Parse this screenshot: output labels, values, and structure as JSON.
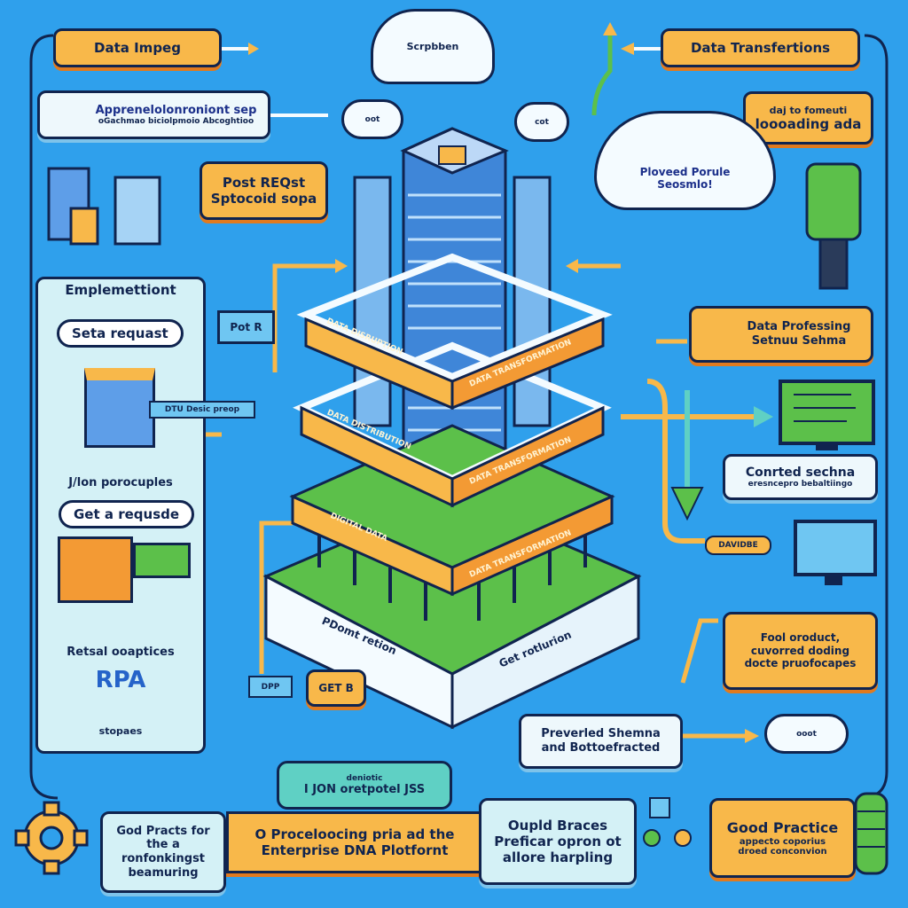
{
  "top": {
    "data_impeg": "Data Impeg",
    "approx_title": "Apprenelolonroniont sep",
    "approx_sub": "oGachmao biciolpmoio Abcoghtioo",
    "cloud_label": "Scrpbben",
    "cloud_small_left": "oot",
    "cloud_small_right": "cot",
    "data_transfertions": "Data Transfertions",
    "loading_line1": "daj to fomeuti",
    "loading_line2": "loooading ada",
    "cloud_mid_line1": "Ploveed Porule",
    "cloud_mid_line2": "Seosmlo!",
    "post_line1": "Post REQst",
    "post_line2": "Sptocoid sopa"
  },
  "left_panel": {
    "title": "Emplemettiont",
    "pill1": "Seta requast",
    "arrow_label": "DTU Desic preop",
    "json_label": "J/lon porocuples",
    "pill2": "Get a requsde",
    "retsal": "Retsal ooaptices",
    "rpa": "RPA",
    "stopaes": "stopaes",
    "post_tag": "Pot R",
    "dpp_tag": "DPP"
  },
  "tower": {
    "band1_left": "DATA DISRUPTION",
    "band1_right": "DATA TRANSFORMATION",
    "band2_left": "DATA DISTRIBUTION",
    "band2_right": "DATA TRANSFORMATION",
    "band3_left": "DIGITAL DATA",
    "band3_right": "DATA TRANSFORMATION",
    "base_left": "PDomt retion",
    "base_right": "Get rotlurion",
    "get_tag": "GET B"
  },
  "right": {
    "processing_line1": "Data Professing",
    "processing_line2": "Setnuu Sehma",
    "conrted_title": "Conrted sechna",
    "conrted_sub": "eresncepro bebaltiingo",
    "davidbe": "DAVIDBE",
    "fool_line1": "Fool oroduct,",
    "fool_line2": "cuvorred doding",
    "fool_line3": "docte pruofocapes",
    "preverled_line1": "Preverled Shemna",
    "preverled_line2": "and Bottoefracted",
    "cloud_bottom": "ooot"
  },
  "bottom": {
    "json_line1": "deniotic",
    "json_line2": "I JON oretpotel JSS",
    "god_practs": "God Practs for the a ronfonkingst beamuring",
    "banner_line1": "O Proceloocing pria ad the",
    "banner_line2": "Enterprise DNA Plotfornt",
    "oupld_line1": "Oupld Braces",
    "oupld_line2": "Preficar opron ot",
    "oupld_line3": "allore harpling",
    "good_title": "Good Practice",
    "good_line1": "appecto coporius",
    "good_line2": "droed conconvion"
  },
  "colors": {
    "background": "#2fa0ec",
    "orange": "#f8b84a",
    "navy": "#10244f",
    "green": "#5cc04a"
  }
}
